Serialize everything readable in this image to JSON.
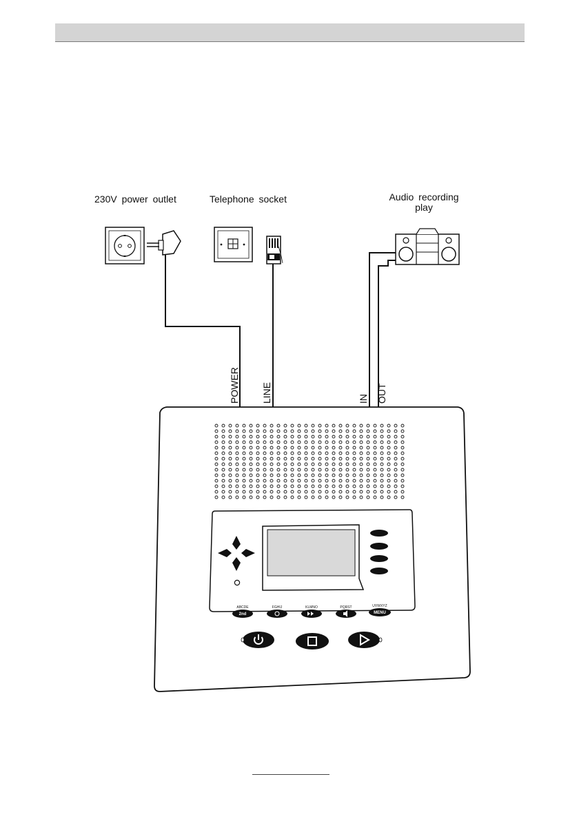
{
  "labels": {
    "power_outlet": "230V  power  outlet",
    "telephone_socket": "Telephone  socket",
    "audio_recording_line1": "Audio  recording",
    "audio_recording_line2": "play"
  },
  "ports": {
    "power": "POWER",
    "line": "LINE",
    "in": "IN",
    "out": "OUT"
  },
  "key_labels": {
    "k2nd_top": "ABCDE",
    "k2nd": "2nd",
    "clock_top": "FGHIJ",
    "ff_top": "KLMNO",
    "vol_top": "PQRST",
    "menu_top": "UVWXYZ",
    "menu": "MENU"
  },
  "icons": [
    "power-icon",
    "stop-icon",
    "play-icon",
    "clock-icon",
    "fast-forward-icon",
    "volume-icon"
  ]
}
